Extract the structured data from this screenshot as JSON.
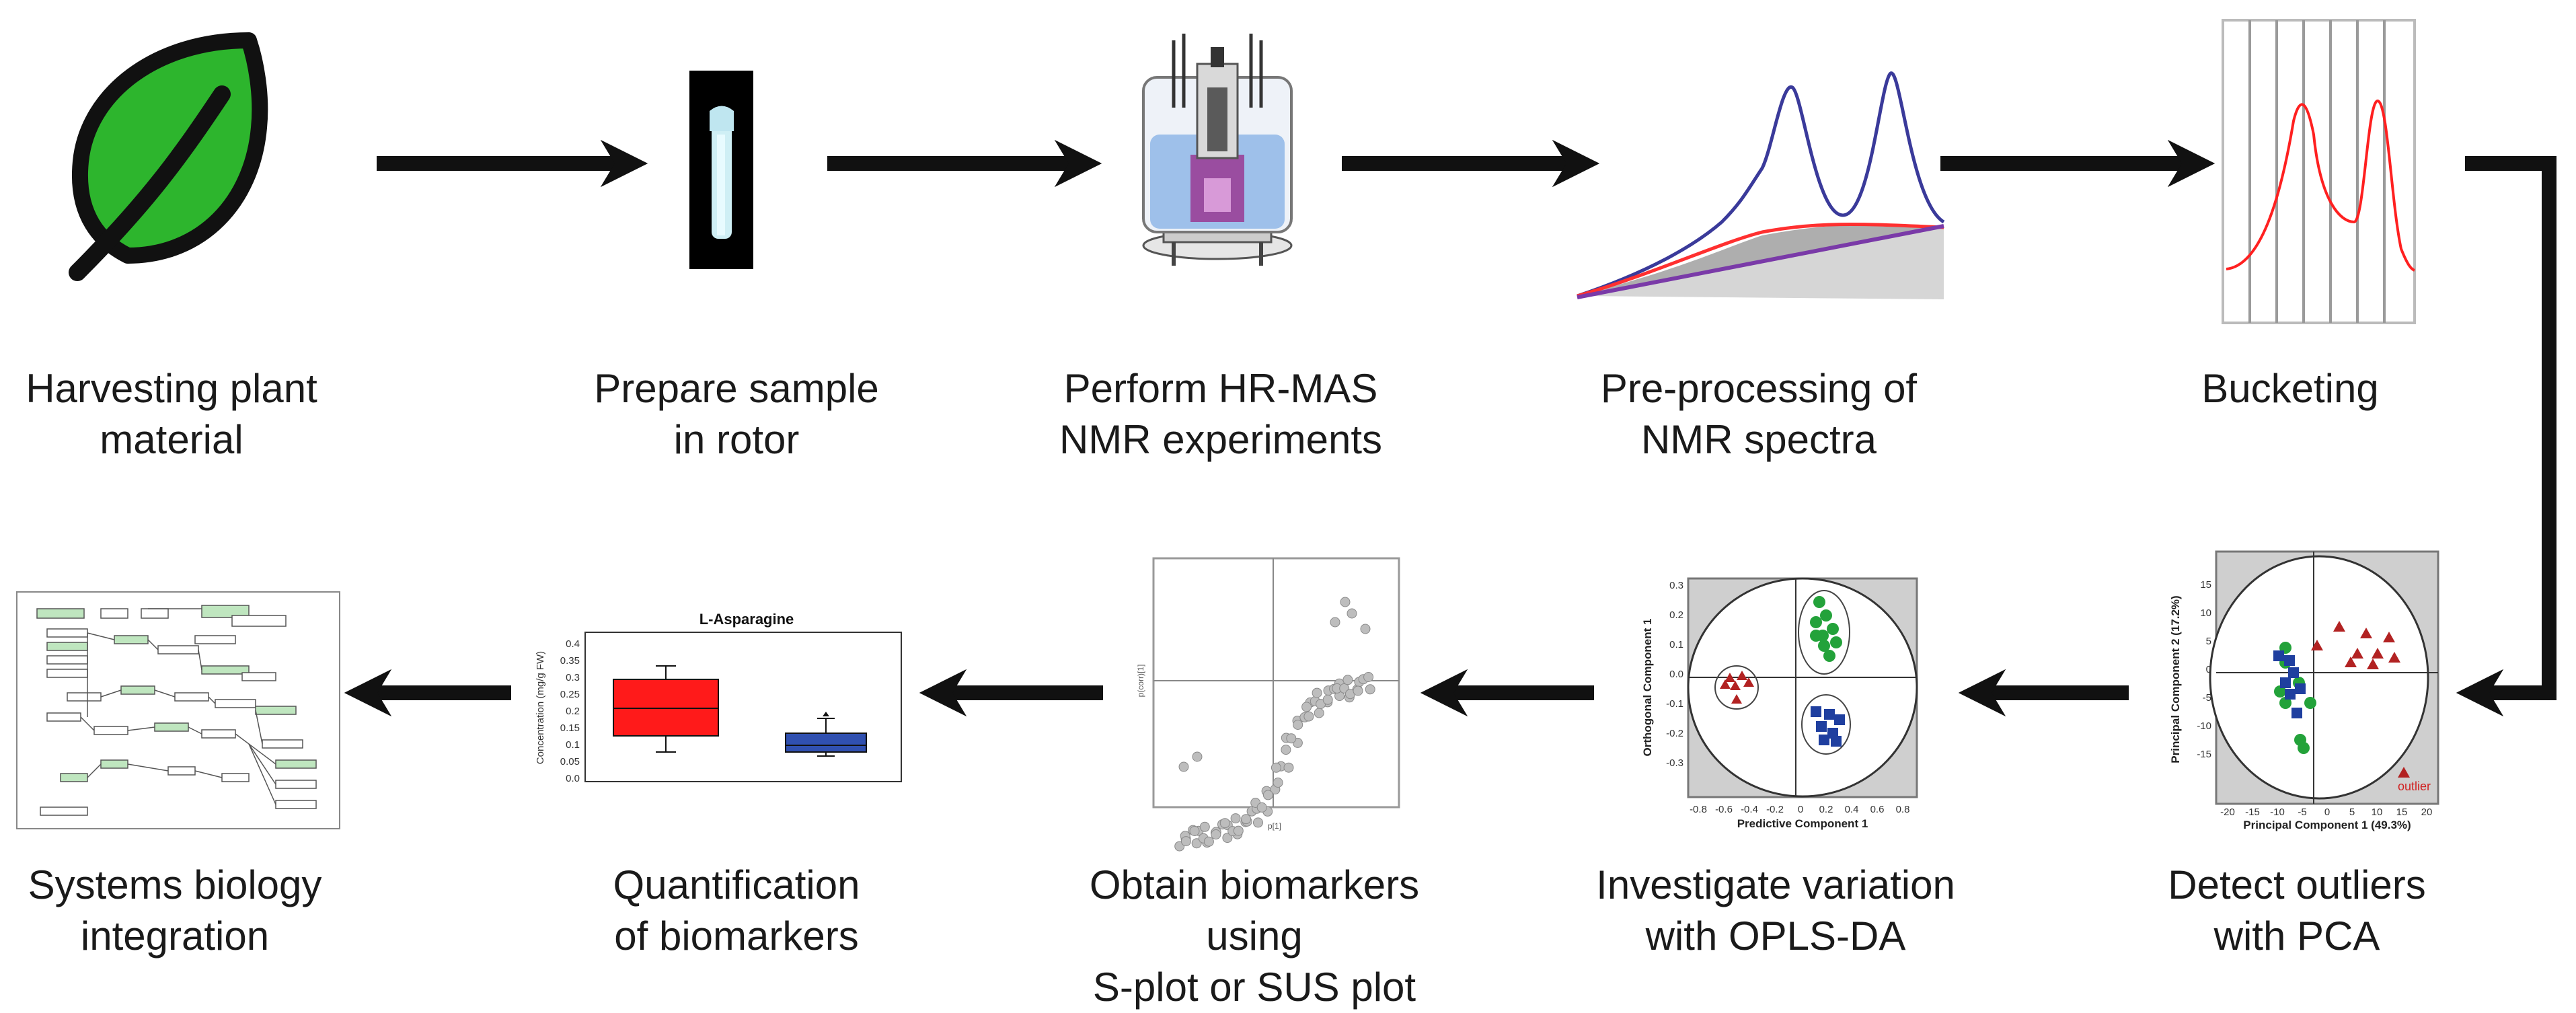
{
  "steps": [
    {
      "line1": "Harvesting plant",
      "line2": "material"
    },
    {
      "line1": "Prepare sample",
      "line2": "in rotor"
    },
    {
      "line1": "Perform HR-MAS",
      "line2": "NMR experiments"
    },
    {
      "line1": "Pre-processing of",
      "line2": "NMR spectra"
    },
    {
      "line1": "Bucketing",
      "line2": ""
    },
    {
      "line1": "Detect outliers",
      "line2": "with PCA"
    },
    {
      "line1": "Investigate variation",
      "line2": "with OPLS-DA"
    },
    {
      "line1": "Obtain biomarkers using",
      "line2": "S-plot or SUS plot"
    },
    {
      "line1": "Quantification",
      "line2": "of biomarkers"
    },
    {
      "line1": "Systems biology",
      "line2": "integration"
    }
  ],
  "pca": {
    "xlabel": "Principal Component 1 (49.3%)",
    "ylabel": "Principal Component 2 (17.2%)",
    "xticks": [
      "-20",
      "-15",
      "-10",
      "-5",
      "0",
      "5",
      "10",
      "15",
      "20"
    ],
    "yticks": [
      "15",
      "10",
      "5",
      "0",
      "-5",
      "-10",
      "-15"
    ],
    "outlier_label": "outlier"
  },
  "opls": {
    "xlabel": "Predictive Component 1",
    "ylabel": "Orthogonal Component 1",
    "xticks": [
      "-0.8",
      "-0.6",
      "-0.4",
      "-0.2",
      "0",
      "0.2",
      "0.4",
      "0.6",
      "0.8"
    ],
    "yticks": [
      "0.3",
      "0.2",
      "0.1",
      "0.0",
      "-0.1",
      "-0.2",
      "-0.3"
    ]
  },
  "splot": {
    "xlabel": "p[1]",
    "ylabel": "p(corr)[1]"
  },
  "boxplot": {
    "title": "L-Asparagine",
    "ylabel": "Concentration (mg/g FW)",
    "yticks": [
      "0.4",
      "0.35",
      "0.3",
      "0.25",
      "0.2",
      "0.15",
      "0.1",
      "0.05",
      "0.0"
    ]
  },
  "colors": {
    "arrow": "#111111",
    "leaf_green": "#2db52d",
    "group_red": "#b22222",
    "group_green": "#23a23a",
    "group_blue": "#1f3f9f",
    "box_red": "#ff1a1a",
    "box_blue": "#3050b0",
    "spectrum_blue": "#3a3a9a",
    "spectrum_red": "#ff3030"
  }
}
